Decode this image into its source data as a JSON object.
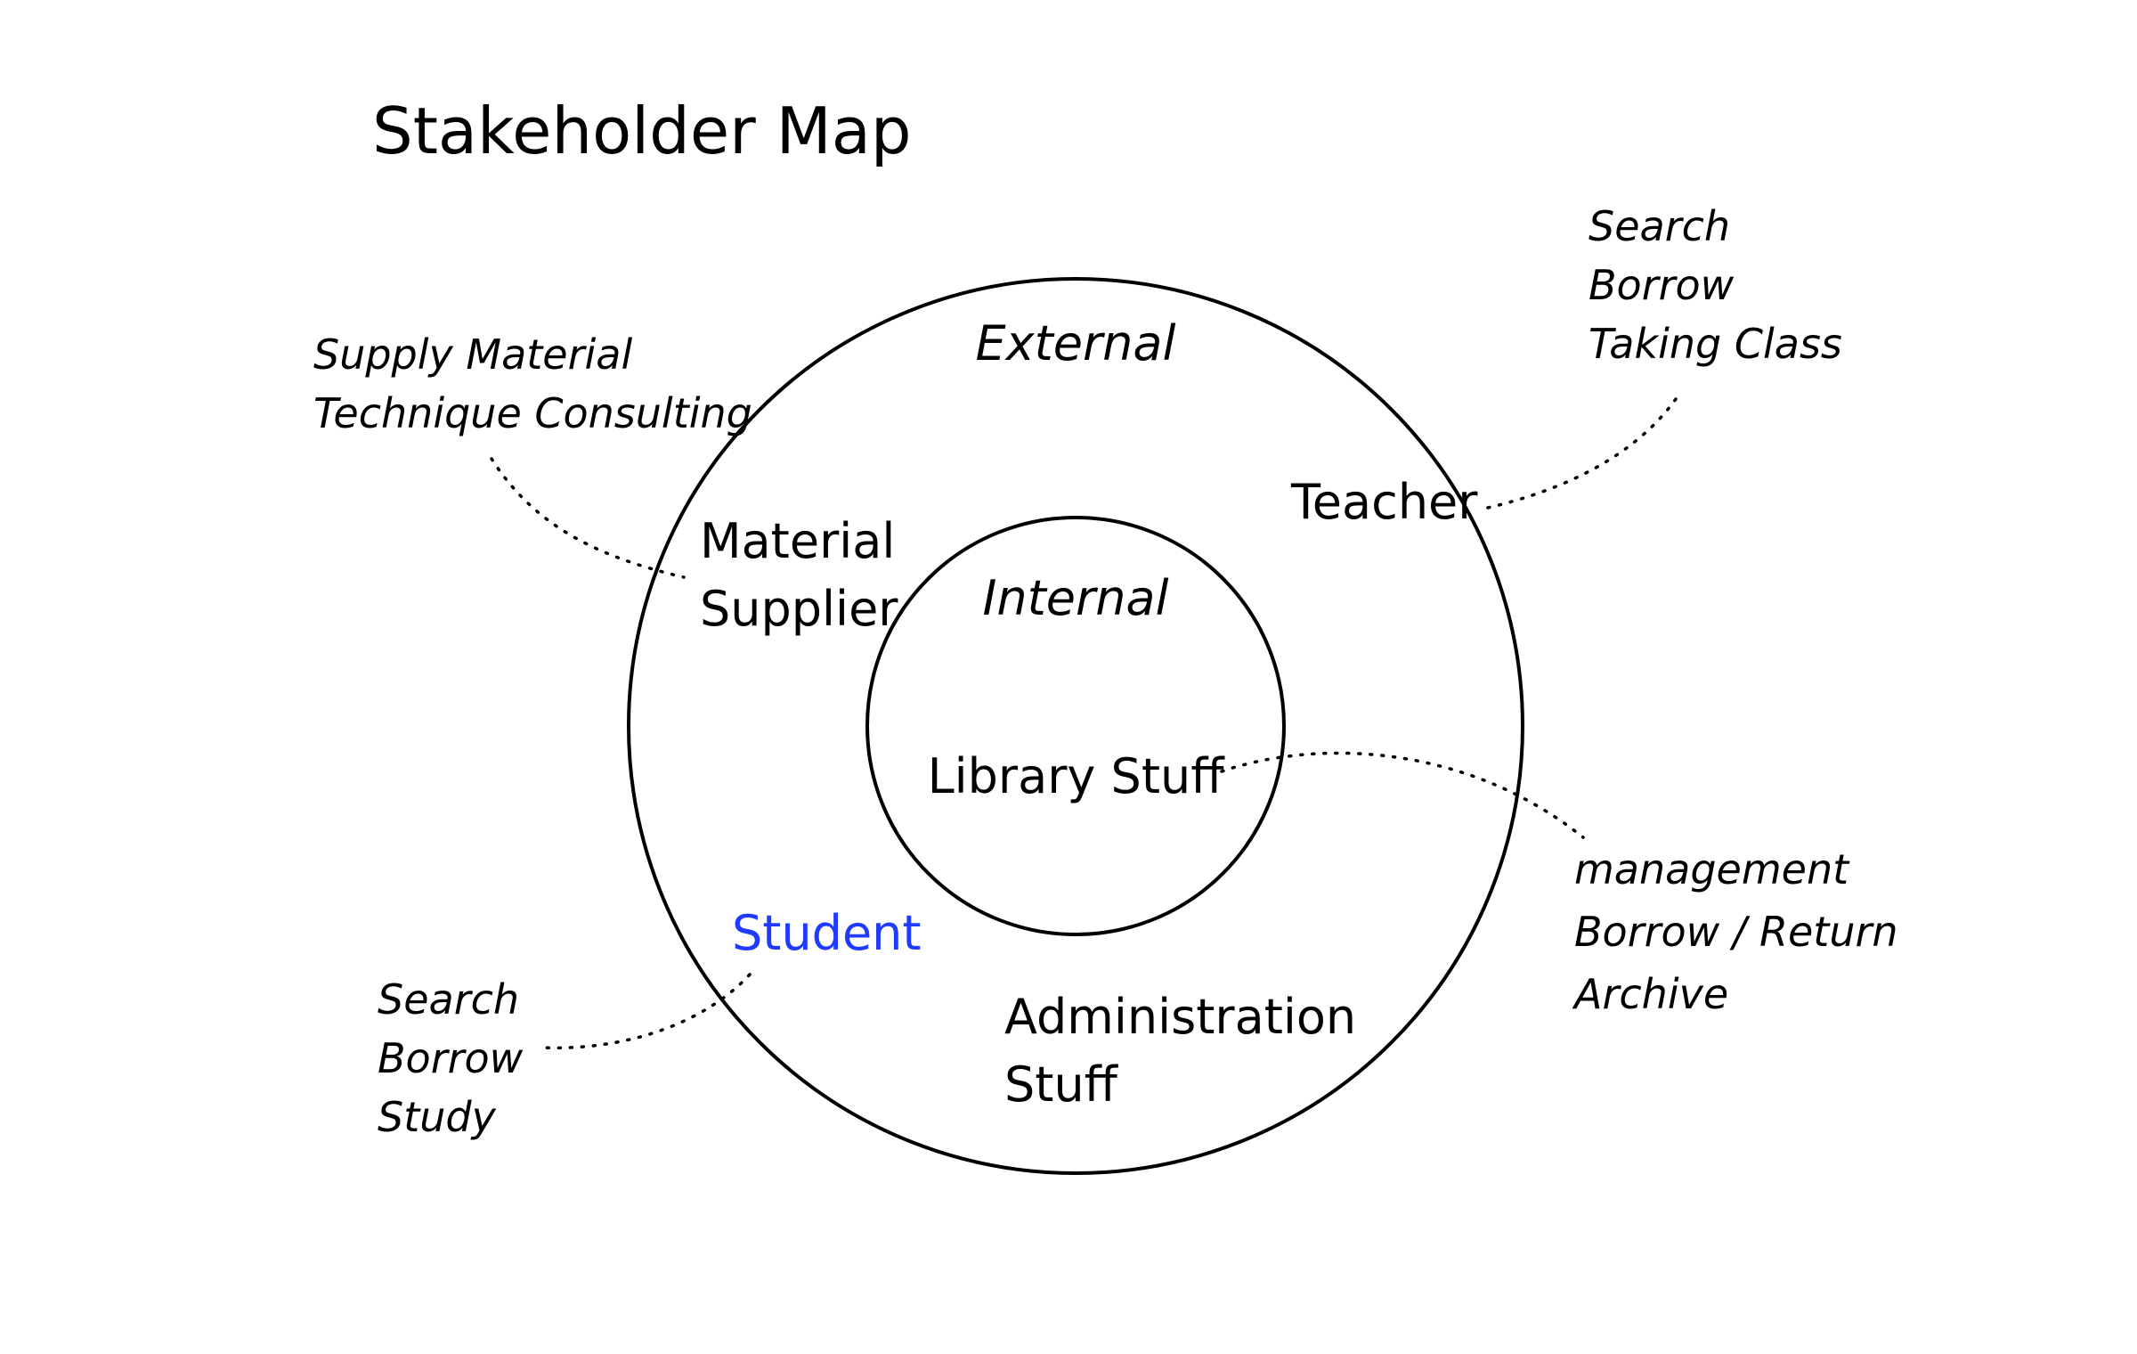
{
  "title": "Stakeholder Map",
  "rings": {
    "outer": "External",
    "inner": "Internal"
  },
  "stakeholders": {
    "material_supplier": [
      "Material",
      "Supplier"
    ],
    "teacher": "Teacher",
    "library_stuff": "Library Stuff",
    "student": "Student",
    "administration_stuff": [
      "Administration",
      "Stuff"
    ]
  },
  "notes": {
    "supplier": [
      "Supply Material",
      "Technique Consulting"
    ],
    "teacher": [
      "Search",
      "Borrow",
      "Taking Class"
    ],
    "library": [
      "management",
      "Borrow / Return",
      "Archive"
    ],
    "student": [
      "Search",
      "Borrow",
      "Study"
    ]
  },
  "colors": {
    "ink": "#000000",
    "highlight": "#1f3bff",
    "background": "#ffffff"
  }
}
